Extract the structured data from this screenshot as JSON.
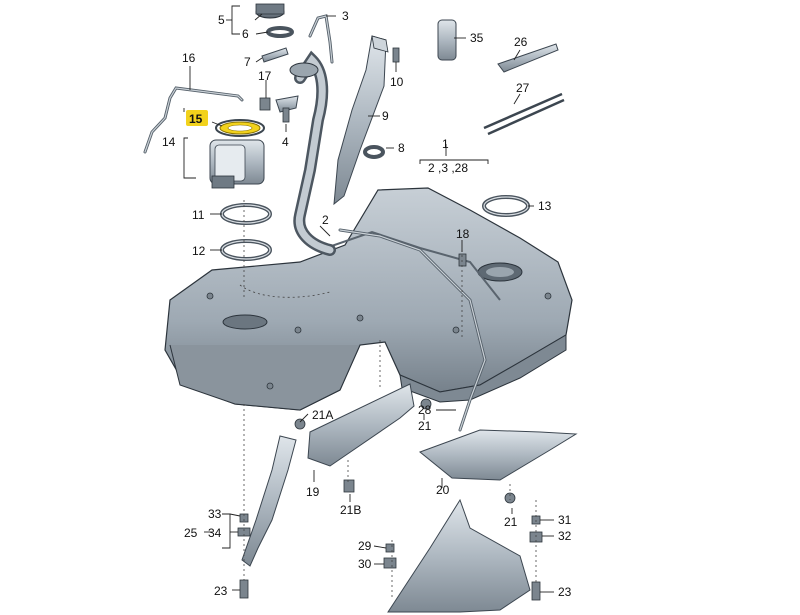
{
  "diagram": {
    "labels": {
      "l1": "1",
      "l2": "2",
      "l2328": "2 ,3 ,28",
      "l3": "3",
      "l4": "4",
      "l5": "5",
      "l6": "6",
      "l7": "7",
      "l8": "8",
      "l9": "9",
      "l10": "10",
      "l11": "11",
      "l12": "12",
      "l13": "13",
      "l14": "14",
      "l15": "15",
      "l16": "16",
      "l17": "17",
      "l18": "18",
      "l19": "19",
      "l20": "20",
      "l21a": "21A",
      "l21b": "21",
      "l21c": "21",
      "l21B": "21B",
      "l23a": "23",
      "l23b": "23",
      "l25": "25",
      "l26": "26",
      "l27": "27",
      "l28": "28",
      "l29": "29",
      "l30": "30",
      "l31": "31",
      "l32": "32",
      "l33": "33",
      "l34": "34",
      "l35": "35"
    },
    "colors": {
      "highlight": "#f2d21c",
      "metal_light": "#cfd6dc",
      "metal_dark": "#6f7a84",
      "outline": "#2c343c"
    }
  }
}
